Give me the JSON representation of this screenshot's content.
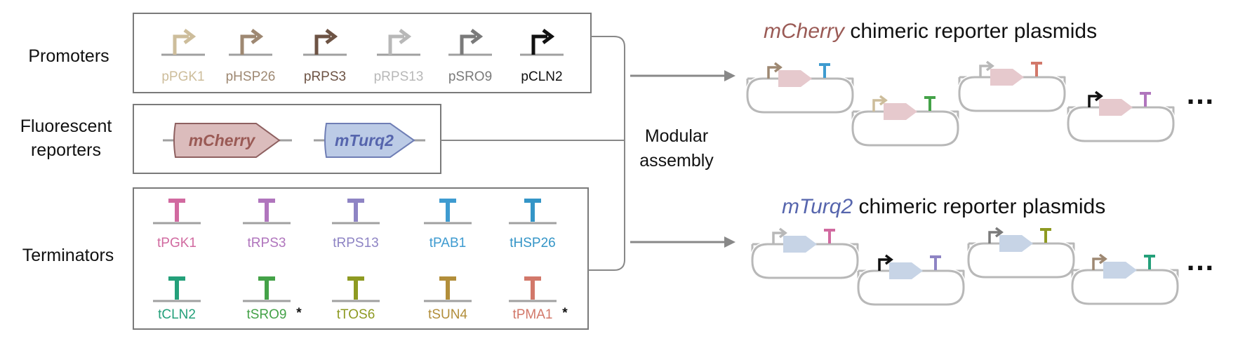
{
  "row_labels": {
    "promoters": "Promoters",
    "reporters_line1": "Fluorescent",
    "reporters_line2": "reporters",
    "terminators": "Terminators"
  },
  "promoters": [
    {
      "name": "pPGK1",
      "color": "#cdbd9b"
    },
    {
      "name": "pHSP26",
      "color": "#9e8872"
    },
    {
      "name": "pRPS3",
      "color": "#6d5344"
    },
    {
      "name": "pRPS13",
      "color": "#b8b8b8"
    },
    {
      "name": "pSRO9",
      "color": "#7a7a7a"
    },
    {
      "name": "pCLN2",
      "color": "#111111"
    }
  ],
  "reporters": [
    {
      "name": "mCherry",
      "text_color": "#9a5a55",
      "fill": "#dbbcbc",
      "stroke": "#8e6060"
    },
    {
      "name": "mTurq2",
      "text_color": "#5665ad",
      "fill": "#bccbe6",
      "stroke": "#6f7eb5"
    }
  ],
  "terminators_row1": [
    {
      "name": "tPGK1",
      "color": "#d16aa0",
      "star": ""
    },
    {
      "name": "tRPS3",
      "color": "#b075bd",
      "star": ""
    },
    {
      "name": "tRPS13",
      "color": "#8e84c4",
      "star": ""
    },
    {
      "name": "tPAB1",
      "color": "#3e9bd0",
      "star": ""
    },
    {
      "name": "tHSP26",
      "color": "#3495c7",
      "star": ""
    }
  ],
  "terminators_row2": [
    {
      "name": "tCLN2",
      "color": "#24a07a",
      "star": ""
    },
    {
      "name": "tSRO9",
      "color": "#44a248",
      "star": "*"
    },
    {
      "name": "tTOS6",
      "color": "#8e9a22",
      "star": ""
    },
    {
      "name": "tSUN4",
      "color": "#b28e3a",
      "star": ""
    },
    {
      "name": "tPMA1",
      "color": "#d2786a",
      "star": "*"
    }
  ],
  "assembly": {
    "line1": "Modular",
    "line2": "assembly"
  },
  "outputs": {
    "mcherry_title_italic": "mCherry",
    "mcherry_title_rest": " chimeric reporter plasmids",
    "mturq_title_italic": "mTurq2",
    "mturq_title_rest": " chimeric reporter plasmids",
    "ellipsis": "…"
  },
  "colors": {
    "box_border": "#7a7a7a",
    "connector": "#888888",
    "plasmid_outline": "#b8b8b8",
    "mcherry_cds": "#e6c9cd",
    "mturq_cds": "#c7d4e6"
  },
  "plasmids_mcherry": [
    {
      "promoter": "pHSP26",
      "promoter_color": "#9e8872",
      "terminator": "tPAB1",
      "terminator_color": "#3e9bd0"
    },
    {
      "promoter": "pPGK1",
      "promoter_color": "#cdbd9b",
      "terminator": "tSRO9",
      "terminator_color": "#44a248"
    },
    {
      "promoter": "pRPS13",
      "promoter_color": "#b8b8b8",
      "terminator": "tPMA1",
      "terminator_color": "#d2786a"
    },
    {
      "promoter": "pCLN2",
      "promoter_color": "#111111",
      "terminator": "tRPS3",
      "terminator_color": "#b075bd"
    }
  ],
  "plasmids_mturq": [
    {
      "promoter": "pRPS13",
      "promoter_color": "#b8b8b8",
      "terminator": "tPGK1",
      "terminator_color": "#d16aa0"
    },
    {
      "promoter": "pCLN2",
      "promoter_color": "#111111",
      "terminator": "tRPS13",
      "terminator_color": "#8e84c4"
    },
    {
      "promoter": "pSRO9",
      "promoter_color": "#7a7a7a",
      "terminator": "tTOS6",
      "terminator_color": "#8e9a22"
    },
    {
      "promoter": "pHSP26",
      "promoter_color": "#9e8872",
      "terminator": "tCLN2",
      "terminator_color": "#24a07a"
    }
  ]
}
